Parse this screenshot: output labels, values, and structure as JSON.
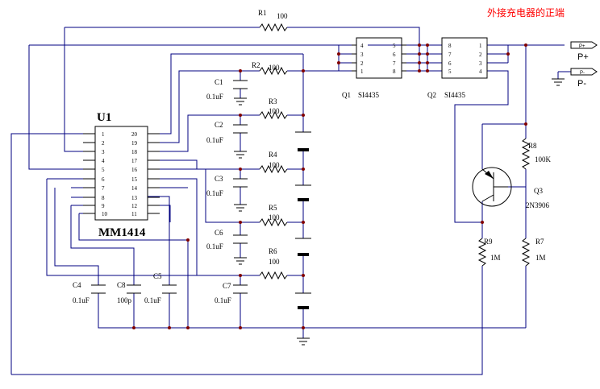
{
  "title": "外接充电器的正端",
  "components": {
    "u1": {
      "ref": "U1",
      "part": "MM1414",
      "pins_left": [
        "1",
        "2",
        "3",
        "4",
        "5",
        "6",
        "7",
        "8",
        "9",
        "10"
      ],
      "pins_right": [
        "20",
        "19",
        "18",
        "17",
        "16",
        "15",
        "14",
        "13",
        "12",
        "11"
      ]
    },
    "r1": {
      "ref": "R1",
      "value": "100"
    },
    "r2": {
      "ref": "R2",
      "value": "100"
    },
    "r3": {
      "ref": "R3",
      "value": "100"
    },
    "r4": {
      "ref": "R4",
      "value": "100"
    },
    "r5": {
      "ref": "R5",
      "value": "100"
    },
    "r6": {
      "ref": "R6",
      "value": "100"
    },
    "r7": {
      "ref": "R7",
      "value": "1M"
    },
    "r8": {
      "ref": "R8",
      "value": "100K"
    },
    "r9": {
      "ref": "R9",
      "value": "1M"
    },
    "c1": {
      "ref": "C1",
      "value": "0.1uF"
    },
    "c2": {
      "ref": "C2",
      "value": "0.1uF"
    },
    "c3": {
      "ref": "C3",
      "value": "0.1uF"
    },
    "c4": {
      "ref": "C4",
      "value": "0.1uF"
    },
    "c5": {
      "ref": "C5",
      "value": "0.1uF"
    },
    "c6": {
      "ref": "C6",
      "value": "0.1uF"
    },
    "c7": {
      "ref": "C7",
      "value": "0.1uF"
    },
    "c8": {
      "ref": "C8",
      "value": "100p"
    },
    "q1": {
      "ref": "Q1",
      "part": "SI4435",
      "pins_left": [
        "4",
        "3",
        "2",
        "1"
      ],
      "pins_right": [
        "5",
        "6",
        "7",
        "8"
      ]
    },
    "q2": {
      "ref": "Q2",
      "part": "SI4435",
      "pins_left": [
        "8",
        "7",
        "6",
        "5"
      ],
      "pins_right": [
        "1",
        "2",
        "3",
        "4"
      ]
    },
    "q3": {
      "ref": "Q3",
      "part": "2N3906"
    }
  },
  "ports": {
    "p_plus": {
      "flag": "P+",
      "label": "P+"
    },
    "p_minus": {
      "flag": "P-",
      "label": "P-"
    }
  }
}
